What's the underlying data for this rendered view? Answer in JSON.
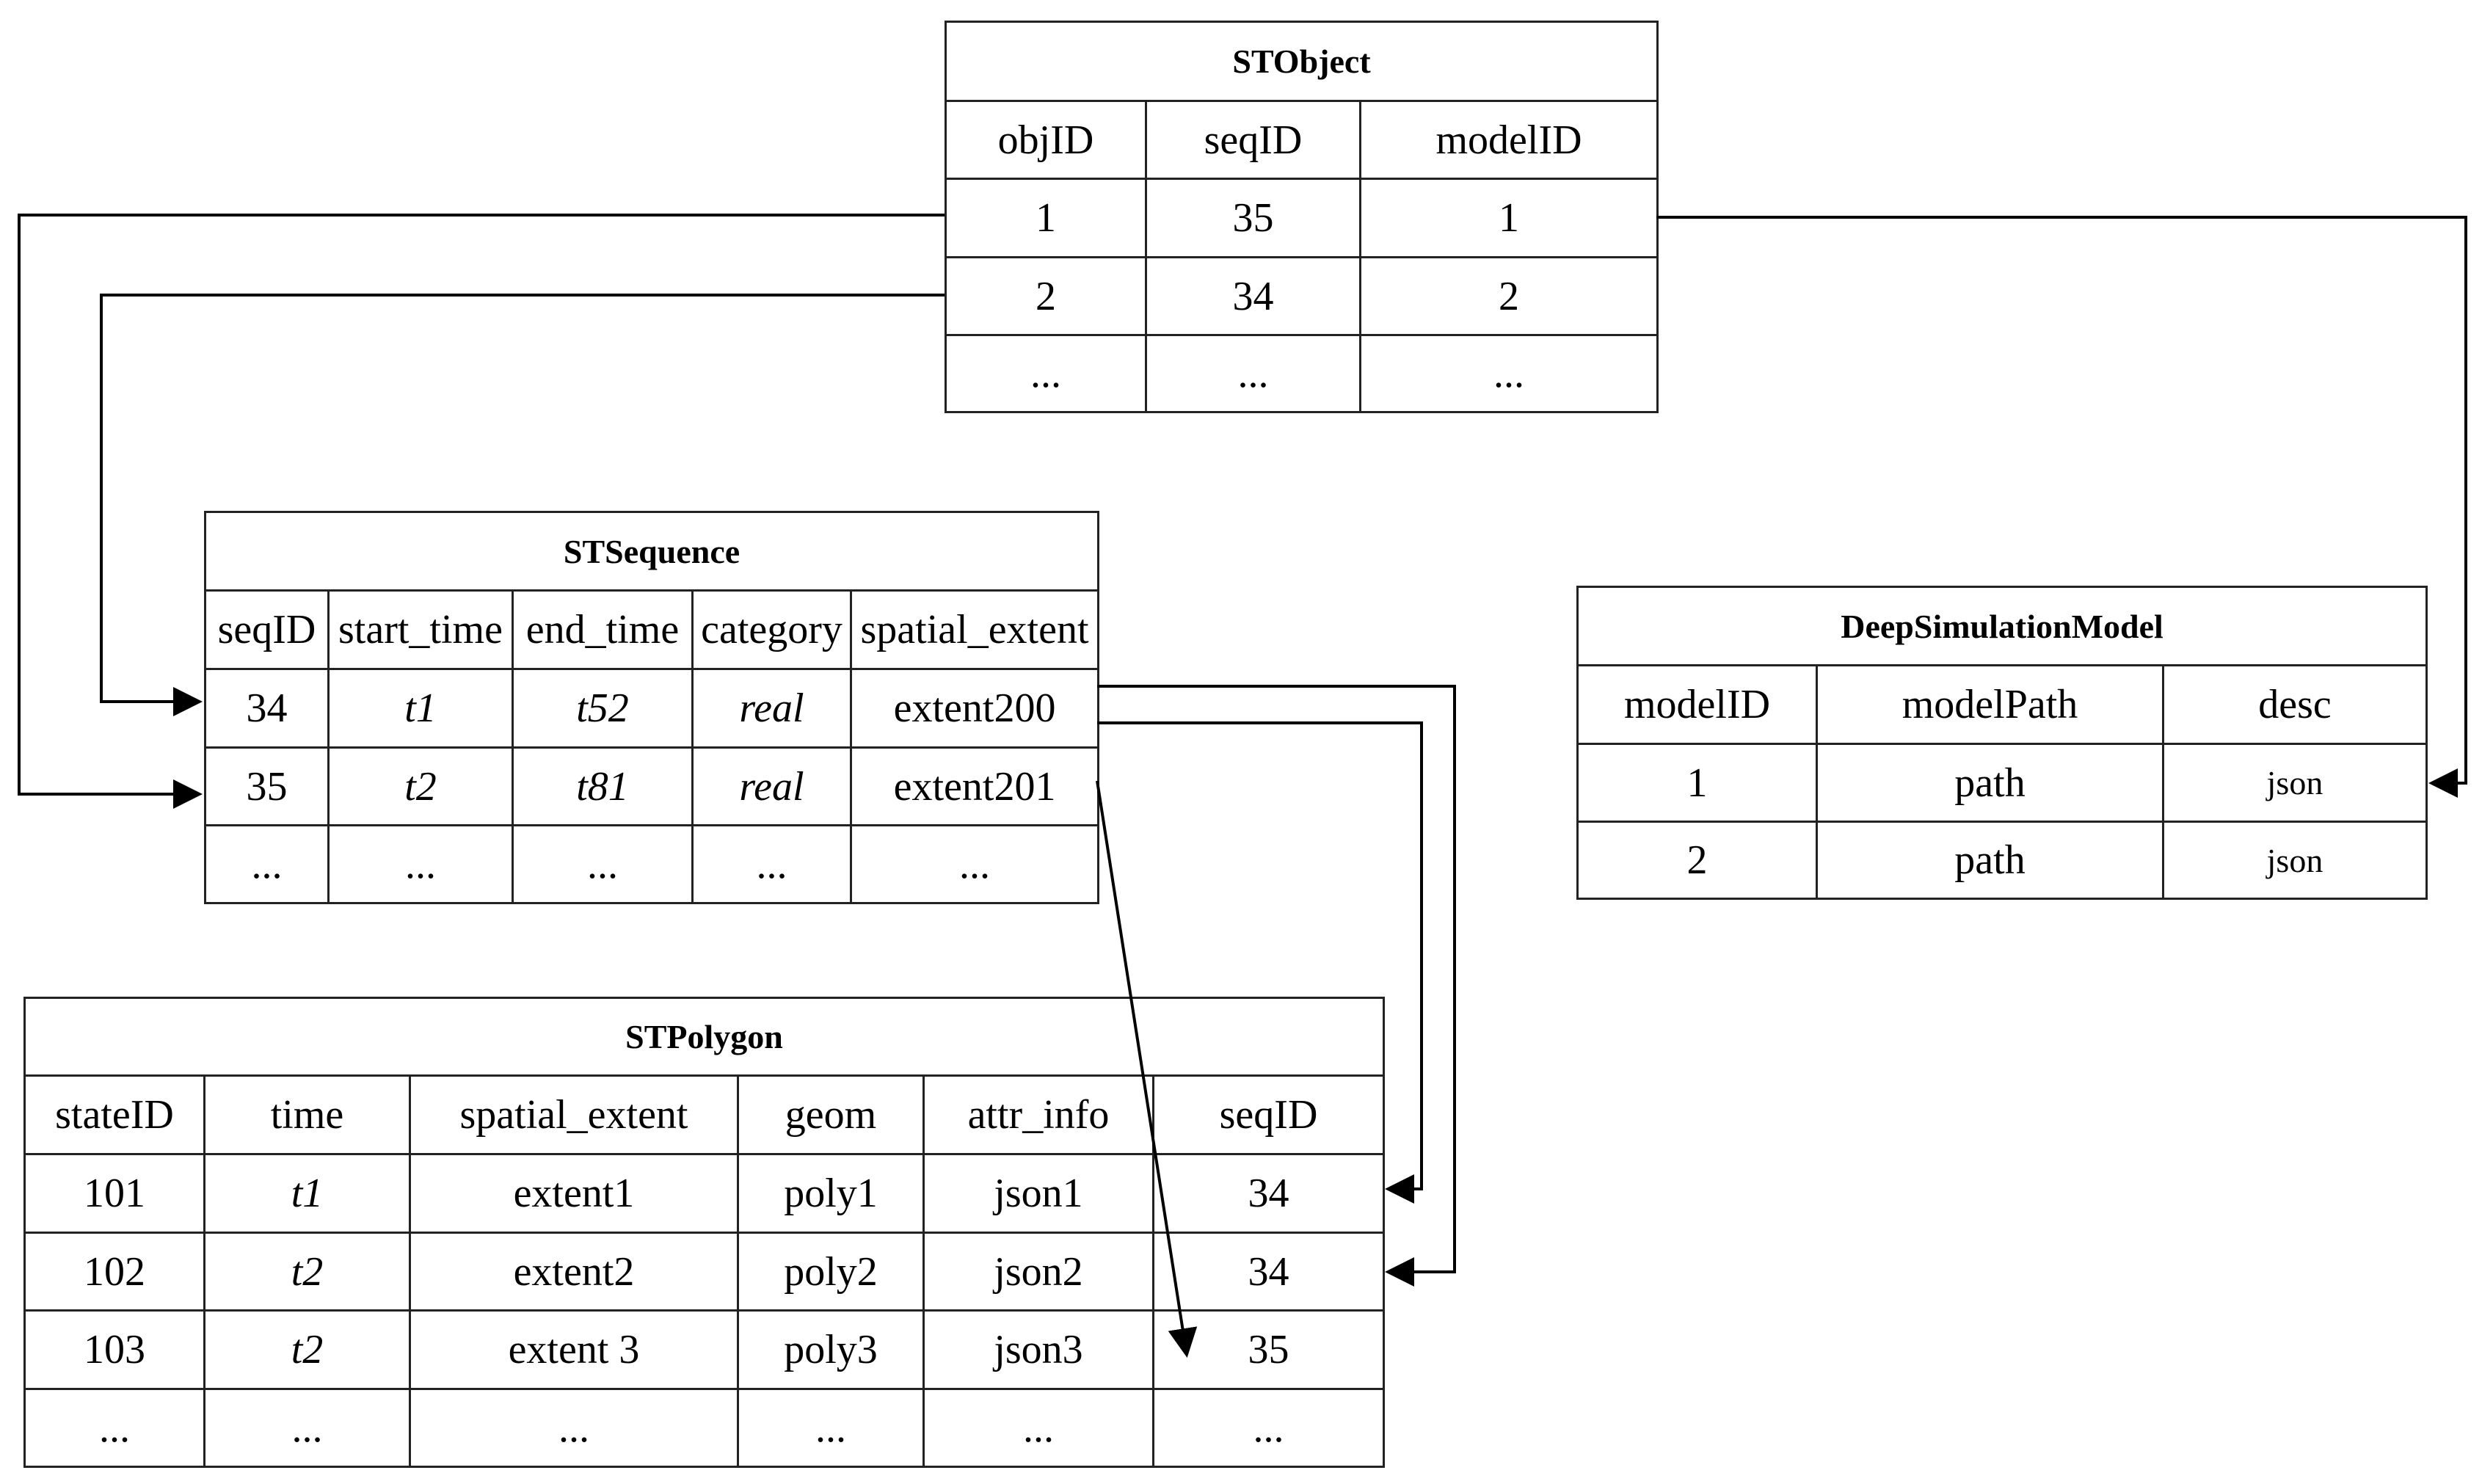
{
  "stobject": {
    "title": "STObject",
    "columns": [
      "objID",
      "seqID",
      "modelID"
    ],
    "rows": [
      [
        "1",
        "35",
        "1"
      ],
      [
        "2",
        "34",
        "2"
      ],
      [
        "...",
        "...",
        "..."
      ]
    ]
  },
  "stsequence": {
    "title": "STSequence",
    "columns": [
      "seqID",
      "start_time",
      "end_time",
      "category",
      "spatial_extent"
    ],
    "rows": [
      [
        "34",
        "t1",
        "t52",
        "real",
        "extent200"
      ],
      [
        "35",
        "t2",
        "t81",
        "real",
        "extent201"
      ],
      [
        "...",
        "...",
        "...",
        "...",
        "..."
      ]
    ]
  },
  "deepsimulationmodel": {
    "title": "DeepSimulationModel",
    "columns": [
      "modelID",
      "modelPath",
      "desc"
    ],
    "rows": [
      [
        "1",
        "path",
        "json"
      ],
      [
        "2",
        "path",
        "json"
      ]
    ]
  },
  "stpolygon": {
    "title": "STPolygon",
    "columns": [
      "stateID",
      "time",
      "spatial_extent",
      "geom",
      "attr_info",
      "seqID"
    ],
    "rows": [
      [
        "101",
        "t1",
        "extent1",
        "poly1",
        "json1",
        "34"
      ],
      [
        "102",
        "t2",
        "extent2",
        "poly2",
        "json2",
        "34"
      ],
      [
        "103",
        "t2",
        "extent 3",
        "poly3",
        "json3",
        "35"
      ],
      [
        "...",
        "...",
        "...",
        "...",
        "...",
        "..."
      ]
    ]
  },
  "colors": {
    "line": "#000000",
    "border": "#222222"
  }
}
